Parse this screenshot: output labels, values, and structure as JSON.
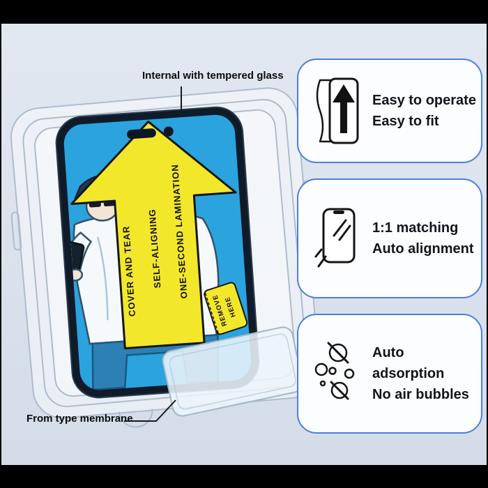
{
  "image": {
    "description": "Screen protector installation kit product graphic",
    "letterbox_color": "#000000",
    "background_color": "#dce3ed"
  },
  "callouts": {
    "tempered_glass": "Internal with tempered glass",
    "membrane": "From type membrane"
  },
  "screen_print": {
    "arrow_color": "#f3e72b",
    "screen_color": "#2ba3de",
    "arrow_text_left": "COVER AND TEAR",
    "arrow_text_middle": "SELF-ALIGNING",
    "arrow_text_right": "ONE-SECOND LAMINATION",
    "pull_tab_line1": "REMOVE",
    "pull_tab_line2": "HERE"
  },
  "features": [
    {
      "icon": "tempered-glass-peel-arrow-icon",
      "line1": "Easy to operate",
      "line2": "Easy to fit"
    },
    {
      "icon": "phone-screen-shine-icon",
      "line1": "1:1 matching",
      "line2": "Auto alignment"
    },
    {
      "icon": "no-air-bubbles-icon",
      "line1": "Auto adsorption",
      "line2": "No air bubbles"
    }
  ],
  "style": {
    "card_border_color": "#4b7fd7",
    "text_color": "#10151d"
  }
}
